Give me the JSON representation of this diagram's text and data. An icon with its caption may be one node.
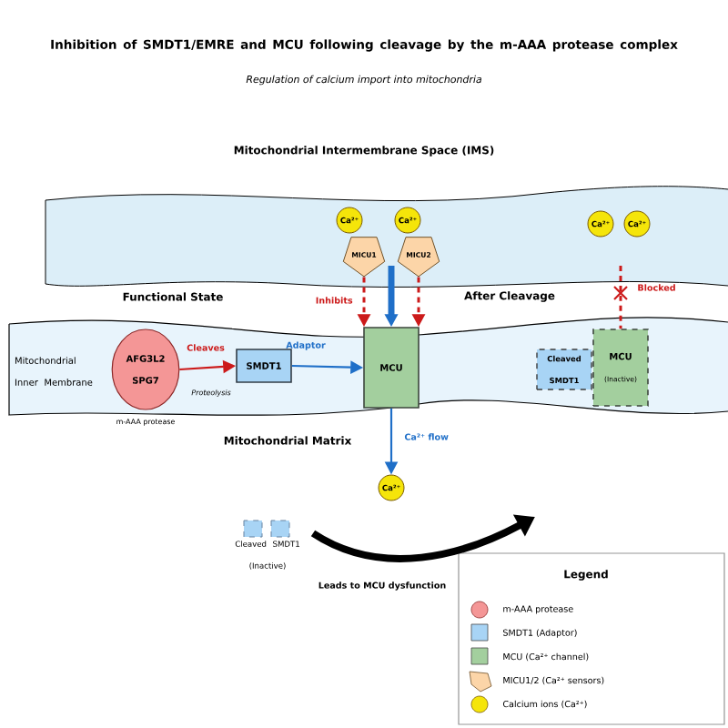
{
  "diagram": {
    "title": "Inhibition of SMDT1/EMRE and MCU following cleavage by the m-AAA protease complex",
    "nodes": [
      {
        "text": [
          "Mitochondrial Intermembrane Space (IMS)"
        ]
      },
      {
        "text": [
          "Ca²⁺"
        ],
        "in": 0
      },
      {
        "text": [
          "Ca²⁺"
        ],
        "in": 0
      },
      {
        "text": [
          "Ca²⁺"
        ],
        "in": 0
      },
      {
        "text": [
          "Ca²⁺"
        ],
        "in": 0
      },
      {
        "text": [
          "MICU1"
        ],
        "in": 0
      },
      {
        "text": [
          "MICU2"
        ],
        "in": 0
      },
      {
        "text": [
          "Mitochondrial Inner Membrane"
        ]
      },
      {
        "text": [
          "AFG3L2 SPG7"
        ],
        "beside": [
          "m-AAA protease"
        ],
        "in": 7
      },
      {
        "text": [
          "SMDT1"
        ],
        "in": 7
      },
      {
        "text": [
          "MCU"
        ],
        "in": 7
      },
      {
        "text": [
          "Cleaved SMDT1"
        ],
        "in": 7
      },
      {
        "text": [
          "MCU",
          "(Inactive)"
        ],
        "in": 7
      },
      {
        "text": [
          "Ca²⁺"
        ]
      }
    ],
    "edges": [
      {
        "from": 8,
        "to": 9,
        "arrow": "to",
        "label": "Cleaves"
      },
      {
        "from": 9,
        "to": 10,
        "arrow": "to",
        "label": "Adaptor",
        "color": "#1f6fc8"
      },
      {
        "from": 5,
        "to": 10,
        "arrow": "to",
        "label": "Inhibits",
        "style": "dashed"
      },
      {
        "from": 6,
        "to": 10,
        "arrow": "to",
        "style": "dashed"
      },
      {
        "from": 0,
        "to": 10,
        "arrow": "to",
        "style": "thick",
        "color": "#1f6fc8"
      },
      {
        "from": 10,
        "to": 13,
        "arrow": "to",
        "label": "Ca²⁺ flow",
        "color": "#1f6fc8"
      },
      {
        "from": 0,
        "to": 12,
        "arrow": "none",
        "label": "Blocked",
        "style": "dashed"
      }
    ],
    "labels": [
      "Regulation of calcium import into mitochondria",
      "Functional State",
      "After Cleavage",
      "Proteolysis",
      "Mitochondrial Matrix",
      "Cleaved SMDT1 (Inactive)",
      "Leads to MCU dysfunction",
      "Legend"
    ],
    "legend": [
      {
        "text": "m-AAA protease"
      },
      {
        "text": "SMDT1 (Adaptor)",
        "color": "#a8d4f5"
      },
      {
        "text": "MCU (Ca²⁺ channel)",
        "color": "#a3cf9e"
      },
      {
        "text": "MICU1/2 (Ca²⁺ sensors)"
      },
      {
        "text": "Calcium ions (Ca²⁺)"
      }
    ]
  }
}
